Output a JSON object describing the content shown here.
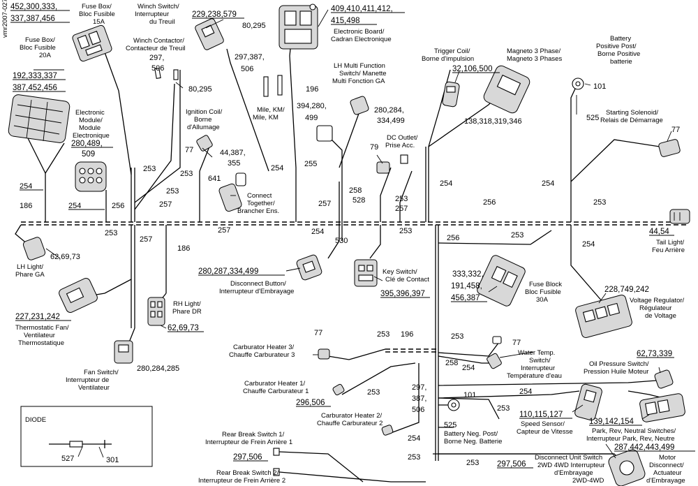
{
  "doc_id": "vmr2007-027",
  "labels": {
    "fuse_box_15": [
      "Fuse Box/",
      "Bloc Fusible",
      "15A"
    ],
    "fuse_box_20": [
      "Fuse Box/",
      "Bloc Fusible",
      "20A"
    ],
    "winch_switch": [
      "Winch Switch/",
      "Interrupteur",
      "du Treuil"
    ],
    "winch_contactor": [
      "Winch Contactor/",
      "Contacteur de Treuil"
    ],
    "electronic_board": [
      "Electronic Board/",
      "Cadran Electronique"
    ],
    "mile_km": [
      "Mile, KM/",
      "Mile, KM"
    ],
    "lh_multifunction": [
      "LH Multi Function",
      "Switch/ Manette",
      "Multi Fonction GA"
    ],
    "trigger_coil": [
      "Trigger Coil/",
      "Borne d'impulsion"
    ],
    "magneto": [
      "Magneto 3 Phase/",
      "Magneto 3 Phases"
    ],
    "battery_pos": [
      "Battery",
      "Positive Post/",
      "Borne Positive",
      "batterie"
    ],
    "electronic_module": [
      "Electronic",
      "Module/",
      "Module",
      "Electronique"
    ],
    "ignition_coil": [
      "Ignition Coil/",
      "Borne",
      "d'Allumage"
    ],
    "dc_outlet": [
      "DC Outlet/",
      "Prise Acc."
    ],
    "starting_solenoid": [
      "Starting Solenoid/",
      "Relais de Démarrage"
    ],
    "connect_together": [
      "Connect",
      "Together/",
      "Brancher Ens."
    ],
    "tail_light": [
      "Tail Light/",
      "Feu Arrière"
    ],
    "lh_light": [
      "LH Light/",
      "Phare GA"
    ],
    "rh_light": [
      "RH Light/",
      "Phare DR"
    ],
    "disconnect_button": [
      "Disconnect Button/",
      "Interrupteur d'Embrayage"
    ],
    "key_switch": [
      "Key Switch/",
      "Clé de Contact"
    ],
    "fuse_block_30": [
      "Fuse Block",
      "Bloc Fusible",
      "30A"
    ],
    "voltage_regulator": [
      "Voltage Regulator/",
      "Régulateur",
      "de Voltage"
    ],
    "thermostatic_fan": [
      "Thermostatic Fan/",
      "Ventilateur",
      "Thermostatique"
    ],
    "fan_switch": [
      "Fan Switch/",
      "Interrupteur de",
      "Ventilateur"
    ],
    "carb_heater_3": [
      "Carburator Heater 3/",
      "Chauffe Carburateur 3"
    ],
    "carb_heater_1": [
      "Carburator Heater 1/",
      "Chauffe Carburateur 1"
    ],
    "carb_heater_2": [
      "Carburator Heater 2/",
      "Chauffe Carburateur 2"
    ],
    "water_temp": [
      "Water Temp.",
      "Switch/",
      "Interrupteur",
      "Température d'eau"
    ],
    "oil_pressure": [
      "Oil Pressure Switch/",
      "Pression Huile Moteur"
    ],
    "battery_neg": [
      "Battery Neg. Post/",
      "Borne Neg. Batterie"
    ],
    "speed_sensor": [
      "Speed Sensor/",
      "Capteur de Vitesse"
    ],
    "park_rev_neutral": [
      "Park, Rev, Neutral Switches/",
      "Interrupteur Park, Rev, Neutre"
    ],
    "rear_break_1": [
      "Rear Break Switch 1/",
      "Interrupteur de Frein Arrière 1"
    ],
    "rear_break_2": [
      "Rear Break Switch 2/",
      "Interrupteur de Frein Arrière 2"
    ],
    "disconnect_unit": [
      "Disconnect Unit Switch",
      "2WD 4WD Interrupteur",
      "d'Embrayage",
      "2WD-4WD"
    ],
    "motor_disconnect": [
      "Motor",
      "Disconnect/",
      "Actuateur",
      "d'Embrayage"
    ],
    "diode": "DIODE"
  },
  "refs": {
    "fuse15": [
      "452,300,333,",
      "337,387,456"
    ],
    "fuse20": [
      "192,333,337",
      "387,452,456"
    ],
    "winch_switch": "229,238,579",
    "ebox": [
      "409,410,411,412,",
      "415,498"
    ],
    "winch_contactor": [
      "297,",
      "506"
    ],
    "mile": [
      "80,295",
      "297,387,",
      "506"
    ],
    "winch_80": "80,295",
    "lh_multi": "196",
    "trigger": "32,106,500",
    "magneto": "138,318,319,346",
    "batt_pos": "101",
    "w525a": "525",
    "emodule": [
      "280,489,",
      "509"
    ],
    "lhm_394": [
      "394,280,",
      "499"
    ],
    "w280": [
      "280,284,",
      "334,499"
    ],
    "dc79": "79",
    "start77": "77",
    "ign77": "77",
    "w44": [
      "44,387,",
      "355"
    ],
    "w641": "641",
    "tail": "44,54",
    "lh_light": "62,69,73",
    "rh_light": "62,69,73",
    "disc_btn": "280,287,334,499",
    "key": "395,396,397",
    "fuse30": [
      "333,332,",
      "191,458,",
      "456,387"
    ],
    "vreg": "228,749,242",
    "thermo": "227,231,242",
    "fan_sw": "280,284,285",
    "carb3_77": "77",
    "carb1": "296,506",
    "carb2": [
      "297,",
      "387,",
      "506"
    ],
    "water77": "77",
    "oil": "62,73,339",
    "batt_neg": [
      "101",
      "525"
    ],
    "speed": "110,115,127",
    "park": "139,142,154",
    "rear1": "297,506",
    "motor": "287,442,443,499",
    "unit": "297,506",
    "diode_527": "527",
    "diode_301": "301",
    "w530": "530"
  },
  "wires": {
    "w254": "254",
    "w186": "186",
    "w256": "256",
    "w253": "253",
    "w257": "257",
    "w255": "255",
    "w258": "258",
    "w528": "528",
    "w196": "196"
  }
}
